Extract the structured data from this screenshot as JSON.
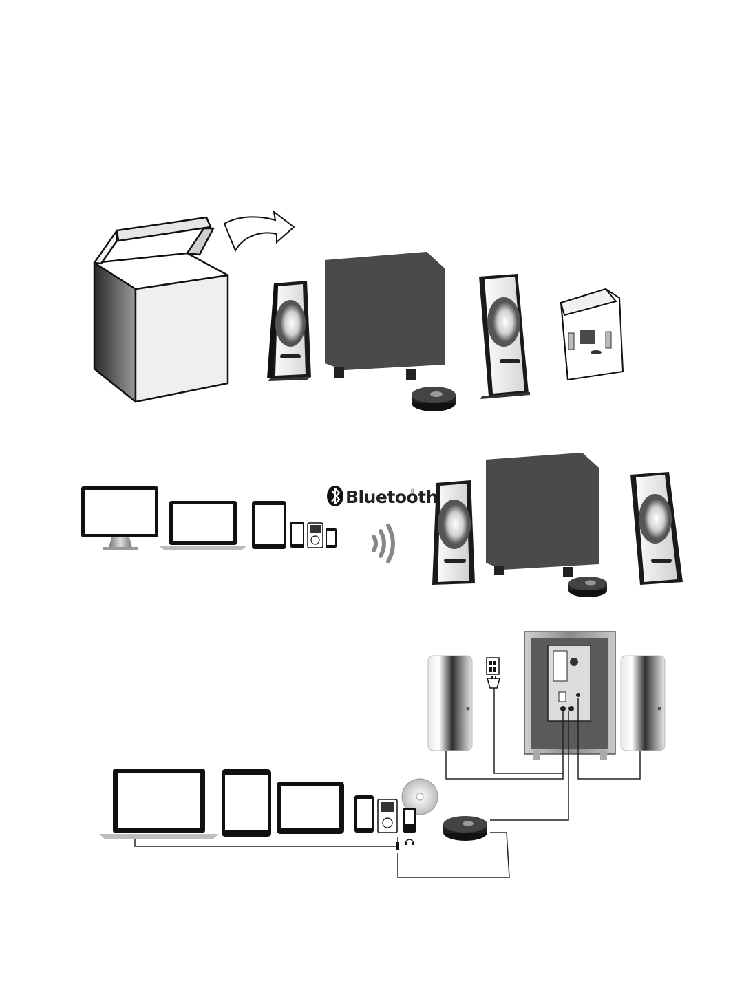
{
  "figure": {
    "steps": [
      {
        "id": "unpack",
        "items": [
          "box",
          "unpack-arrow",
          "speaker-left",
          "subwoofer",
          "speaker-right",
          "volume-control",
          "manual"
        ]
      },
      {
        "id": "bluetooth-pairing",
        "items": [
          "monitor",
          "laptop",
          "tablet",
          "smartphone",
          "media-player",
          "phone",
          "bluetooth-waves",
          "speaker-system"
        ]
      },
      {
        "id": "wired-connection",
        "items": [
          "laptop",
          "tablet",
          "tablet-landscape",
          "smartphone",
          "media-player",
          "mp3-player",
          "cd",
          "speaker-system-rear",
          "power-outlet",
          "volume-control",
          "audio-cables"
        ]
      }
    ],
    "bluetooth_label": "Bluetooth",
    "bluetooth_mark": "®",
    "icons": [
      "bluetooth-icon",
      "arrow-icon",
      "wave-icon",
      "power-plug-icon",
      "headphone-jack-icon"
    ],
    "colors": {
      "cabinet": "#4a4a4a",
      "line": "#111111",
      "light": "#f2f2f2",
      "shadow": "#3a3a3a"
    }
  }
}
